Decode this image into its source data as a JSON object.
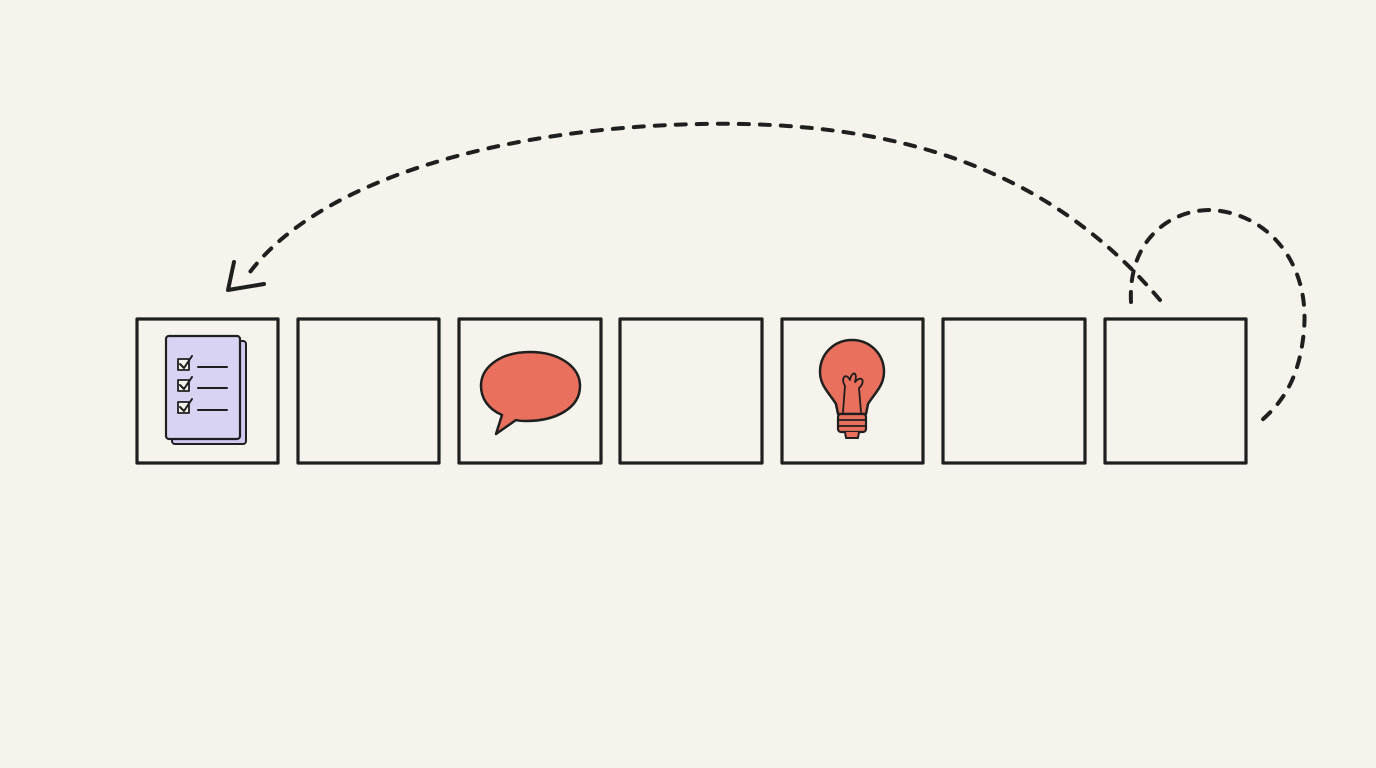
{
  "diagram": {
    "type": "cycle-sequence",
    "box_count": 7,
    "boxes": [
      {
        "index": 1,
        "icon": "checklist-icon"
      },
      {
        "index": 2,
        "icon": null
      },
      {
        "index": 3,
        "icon": "speech-bubble-icon"
      },
      {
        "index": 4,
        "icon": null
      },
      {
        "index": 5,
        "icon": "lightbulb-icon"
      },
      {
        "index": 6,
        "icon": null
      },
      {
        "index": 7,
        "icon": null
      }
    ],
    "arrows": [
      {
        "from": 7,
        "to": 1,
        "style": "dashed",
        "name": "return-loop-arrow"
      },
      {
        "from": 7,
        "to": 7,
        "style": "dashed",
        "name": "self-loop-arrow"
      }
    ],
    "colors": {
      "background": "#f6f3ec",
      "ink": "#1f1f1f",
      "checklist_paper": "#d8d3f2",
      "speech_bubble": "#e8705c",
      "lightbulb": "#e8705c"
    }
  }
}
